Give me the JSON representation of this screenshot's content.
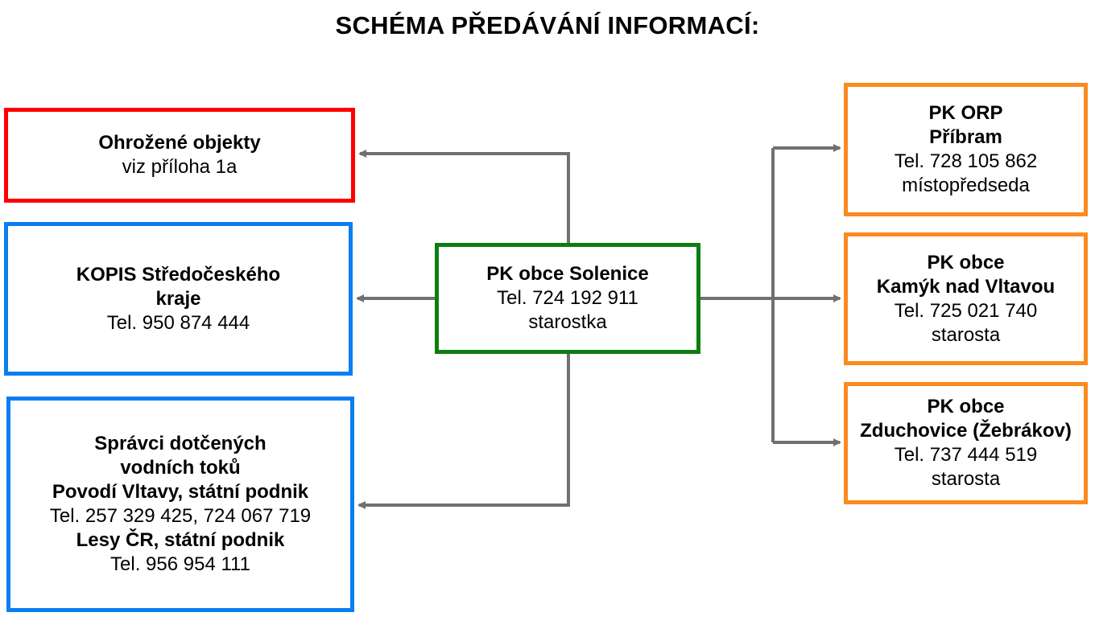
{
  "title": "SCHÉMA PŘEDÁVÁNÍ INFORMACÍ:",
  "colors": {
    "red": "#ff0000",
    "blue": "#0a7ef2",
    "green": "#0d7d12",
    "orange": "#fb8a1f",
    "connector": "#707070"
  },
  "nodes": {
    "ohrozene": {
      "name": "Ohrožené objekty",
      "note": "viz příloha 1a"
    },
    "kopis": {
      "name_line1": "KOPIS Středočeského",
      "name_line2": "kraje",
      "phone": "Tel. 950 874 444"
    },
    "spravci": {
      "heading_line1": "Správci dotčených",
      "heading_line2": "vodních toků",
      "org1": "Povodí Vltavy, státní podnik",
      "org1_phone": "Tel. 257 329 425, 724 067 719",
      "org2": "Lesy ČR, státní podnik",
      "org2_phone": "Tel. 956 954 111"
    },
    "center": {
      "name": "PK obce Solenice",
      "phone": "Tel. 724 192 911",
      "role": "starostka"
    },
    "orp": {
      "name_line1": "PK ORP",
      "name_line2": "Příbram",
      "phone": "Tel. 728 105 862",
      "role": "místopředseda"
    },
    "kamyk": {
      "name_line1": "PK obce",
      "name_line2": "Kamýk nad Vltavou",
      "phone": "Tel. 725 021 740",
      "role": "starosta"
    },
    "zduchovice": {
      "name_line1": "PK obce",
      "name_line2": "Zduchovice (Žebrákov)",
      "phone": "Tel. 737 444 519",
      "role": "starosta"
    }
  }
}
